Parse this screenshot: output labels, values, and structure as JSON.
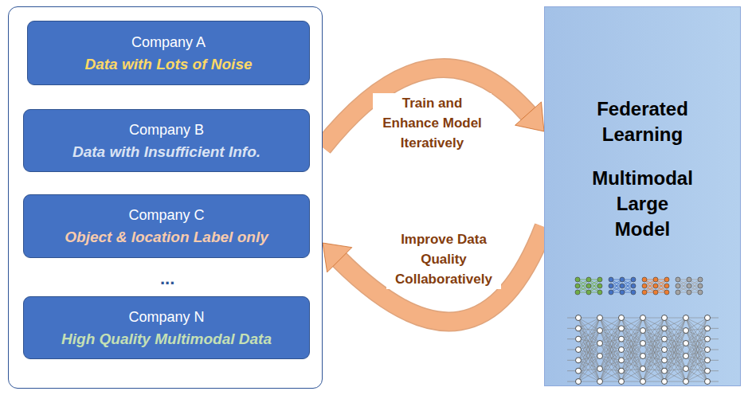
{
  "diagram": {
    "nodes": [
      {
        "text": [
          "..."
        ]
      },
      {
        "text": [
          "Company A",
          "Data with Lots of Noise"
        ],
        "in": 0
      },
      {
        "text": [
          "Company B",
          "Data with Insufficient Info."
        ],
        "in": 0
      },
      {
        "text": [
          "Company C",
          "Object & location Label only"
        ],
        "in": 0
      },
      {
        "text": [
          "Company N",
          "High Quality Multimodal Data"
        ],
        "in": 0
      },
      {
        "text": [
          "Federated Learning",
          "Multimodal Large Model"
        ]
      }
    ],
    "edges": [
      {
        "from": 0,
        "to": 5,
        "arrow": "to",
        "label": "Train and Enhance Model Iteratively"
      },
      {
        "from": 5,
        "to": 0,
        "arrow": "to",
        "label": "Improve Data Quality Collaboratively"
      }
    ]
  }
}
